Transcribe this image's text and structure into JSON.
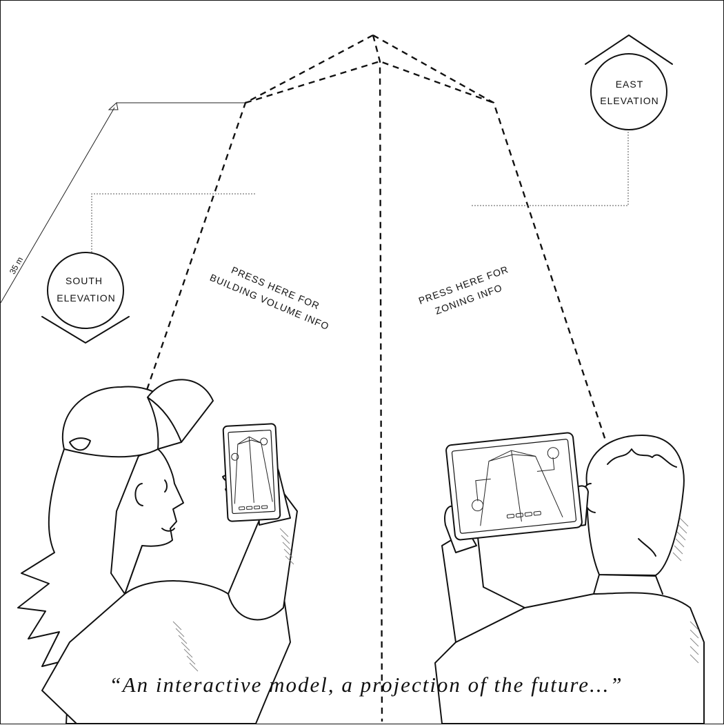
{
  "labels": {
    "south_elevation_line1": "SOUTH",
    "south_elevation_line2": "ELEVATION",
    "east_elevation_line1": "EAST",
    "east_elevation_line2": "ELEVATION",
    "building_volume_line1": "PRESS HERE FOR",
    "building_volume_line2": "BUILDING VOLUME INFO",
    "zoning_line1": "PRESS HERE FOR",
    "zoning_line2": "ZONING INFO",
    "height_dimension": "35 m"
  },
  "caption": "“An interactive model, a projection of the future...”",
  "icons": [
    "south-elevation-marker-icon",
    "east-elevation-marker-icon",
    "dimension-arrow-icon"
  ]
}
